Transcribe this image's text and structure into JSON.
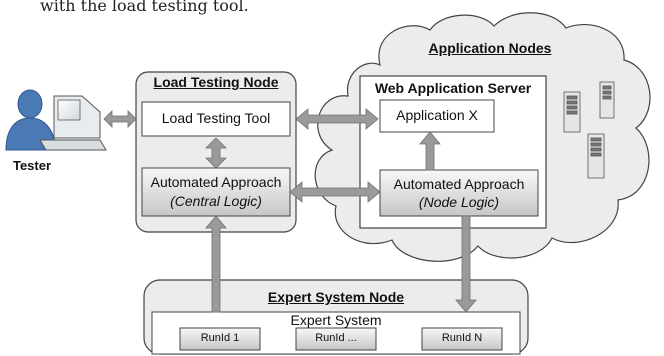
{
  "caption": "with the load testing tool.",
  "tester": {
    "label": "Tester"
  },
  "load_testing_node": {
    "title": "Load Testing Node",
    "tool": "Load Testing Tool",
    "approach_line1": "Automated Approach",
    "approach_line2": "(Central Logic)"
  },
  "application_nodes": {
    "title": "Application Nodes",
    "server_title": "Web Application Server",
    "app": "Application X",
    "approach_line1": "Automated Approach",
    "approach_line2": "(Node Logic)"
  },
  "expert_system_node": {
    "title": "Expert System Node",
    "system_label": "Expert System",
    "runs": [
      "RunId 1",
      "RunId ...",
      "RunId N"
    ]
  },
  "colors": {
    "node_fill": "#ececec",
    "box_fill": "#ffffff",
    "gradient_top": "#f8f8f8",
    "gradient_bottom": "#c8c8c8",
    "arrow": "#9a9a9a",
    "person": "#4a79b5"
  }
}
